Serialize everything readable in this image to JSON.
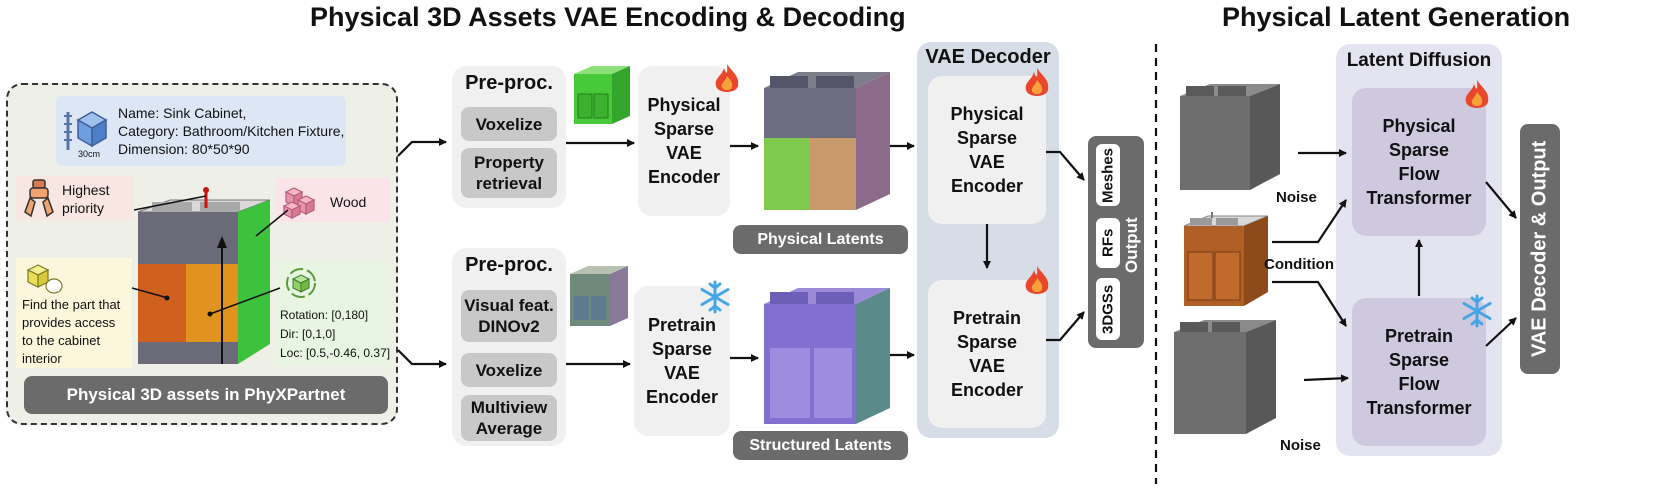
{
  "titles": {
    "left": "Physical 3D Assets VAE Encoding & Decoding",
    "right": "Physical Latent Generation"
  },
  "asset_panel": {
    "info": "Name: Sink Cabinet,\nCategory: Bathroom/Kitchen Fixture,\nDimension: 80*50*90",
    "scale_label": "30cm",
    "priority_label": "Highest\npriority",
    "material_label": "Wood",
    "query_label": "Find the part that\nprovides access\nto the cabinet\ninterior",
    "motion_label": "Rotation: [0,180]\nDir: [0,1,0]\nLoc: [0.5,-0.46, 0.37]",
    "footer": "Physical 3D assets in PhyXPartnet"
  },
  "top_branch": {
    "preproc_title": "Pre-proc.",
    "steps": [
      "Voxelize",
      "Property\nretrieval"
    ],
    "encoder": "Physical\nSparse\nVAE\nEncoder",
    "latent_label": "Physical Latents"
  },
  "bottom_branch": {
    "preproc_title": "Pre-proc.",
    "steps": [
      "Visual feat.\nDINOv2",
      "Voxelize",
      "Multiview\nAverage"
    ],
    "encoder": "Pretrain\nSparse\nVAE\nEncoder",
    "latent_label": "Structured Latents"
  },
  "decoder": {
    "title": "VAE Decoder",
    "top": "Physical\nSparse\nVAE\nEncoder",
    "bottom": "Pretrain\nSparse\nVAE\nEncoder"
  },
  "output": {
    "items": [
      "Meshes",
      "RFs",
      "3DGSs"
    ],
    "label": "Output"
  },
  "generation": {
    "noise_label_top": "Noise",
    "condition_label": "Condition",
    "noise_label_bottom": "Noise",
    "diffusion_title": "Latent Diffusion",
    "top_transformer": "Physical\nSparse\nFlow\nTransformer",
    "bottom_transformer": "Pretrain\nSparse\nFlow\nTransformer",
    "final": "VAE Decoder & Output"
  },
  "colors": {
    "asset_bg": "#eef0e8",
    "info_bg": "#dde6f5",
    "priority_bg": "#f8e6e2",
    "material_bg": "#fbe3ea",
    "query_bg": "#fbf6dc",
    "motion_bg": "#e8f5e2",
    "decoder_bg": "#d6dde6",
    "diffusion_bg": "#e4e4f0",
    "transformer_bg": "#cfc9df",
    "fire": "#e8472b",
    "snow": "#45a6e6"
  }
}
